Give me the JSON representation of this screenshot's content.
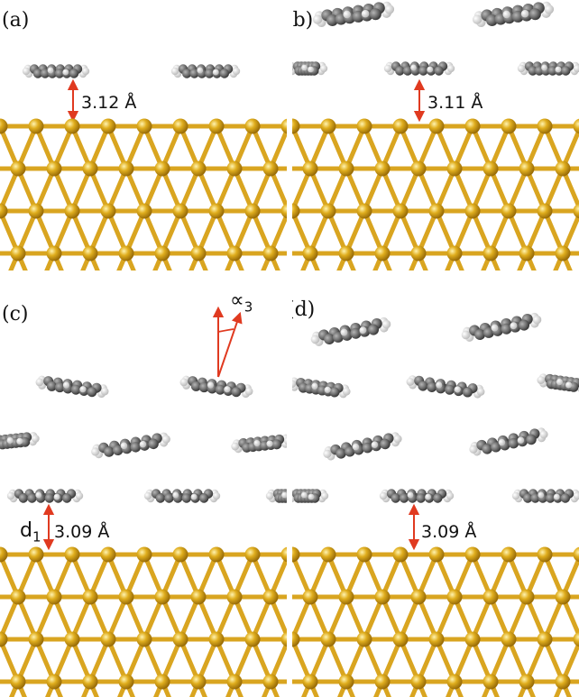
{
  "panels": {
    "a": {
      "label": "(a)",
      "distance": "3.12 Å"
    },
    "b": {
      "label": "(b)",
      "distance": "3.11 Å"
    },
    "c": {
      "label": "(c)",
      "distance": "3.09 Å",
      "d_symbol": "d",
      "d_sub": "1",
      "alpha_symbol": "∝",
      "alpha_sub": "3"
    },
    "d": {
      "label": "(d)",
      "distance": "3.09 Å"
    }
  },
  "colors": {
    "gold_bond": "#d9a520",
    "gold_atom": "#e0ae1e",
    "carbon": "#6e6e6e",
    "hydrogen": "#f2f2f2",
    "arrow": "#e03a20"
  }
}
